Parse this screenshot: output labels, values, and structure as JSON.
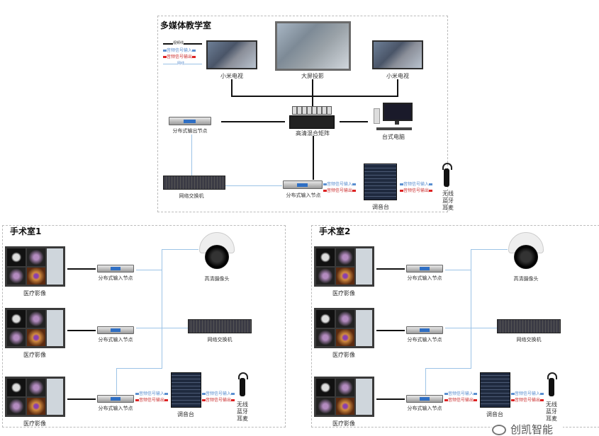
{
  "classroom": {
    "title": "多媒体教学室",
    "legend": [
      "视频线",
      "音频信号输入",
      "音频信号输出",
      "网线"
    ],
    "tv_left": "小米电视",
    "projector": "大屏投影",
    "tv_right": "小米电视",
    "matrix": "高清混合矩阵",
    "pc": "台式电脑",
    "output_node": "分布式输出节点",
    "switch": "网络交换机",
    "input_node": "分布式输入节点",
    "mixer": "调音台",
    "headset": [
      "无线",
      "蓝牙",
      "耳麦"
    ],
    "sig_in": "音频信号输入",
    "sig_out": "音频信号输出"
  },
  "rooms": [
    {
      "title": "手术室1",
      "monitor": "医疗影像",
      "node": "分布式输入节点",
      "camera": "高清摄像头",
      "switch": "网络交换机",
      "mixer": "调音台",
      "headset": [
        "无线",
        "蓝牙",
        "耳麦"
      ],
      "sig_in": "音频信号输入",
      "sig_out": "音频信号输出"
    },
    {
      "title": "手术室2",
      "monitor": "医疗影像",
      "node": "分布式输入节点",
      "camera": "高清摄像头",
      "switch": "网络交换机",
      "mixer": "调音台",
      "headset": [
        "无线",
        "蓝牙",
        "耳麦"
      ],
      "sig_in": "音频信号输入",
      "sig_out": "音频信号输出"
    }
  ],
  "watermark": "创凯智能"
}
